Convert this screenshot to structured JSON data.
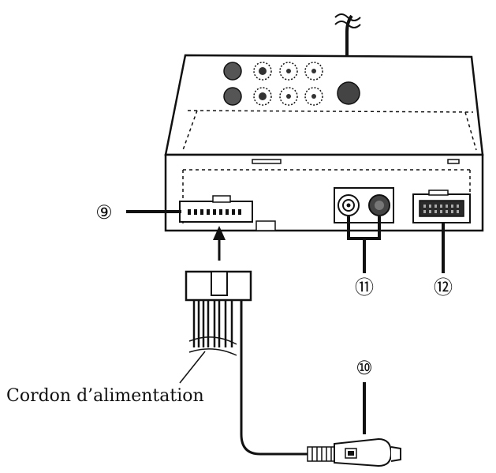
{
  "callouts": {
    "c9": "⑨",
    "c10": "⑩",
    "c11": "⑪",
    "c12": "⑫"
  },
  "caption": "Cordon d’alimentation",
  "colors": {
    "ink": "#111111",
    "body_fill": "#ffffff",
    "port_fill": "#2a2a2a",
    "background": "#ffffff"
  }
}
